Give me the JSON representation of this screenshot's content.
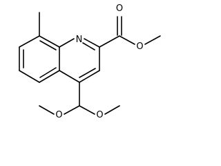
{
  "molecule": {
    "atoms": {
      "n1": "N",
      "o_carbonyl": "O",
      "o_ester": "O",
      "o_acetal_1": "O",
      "o_acetal_2": "O"
    }
  }
}
